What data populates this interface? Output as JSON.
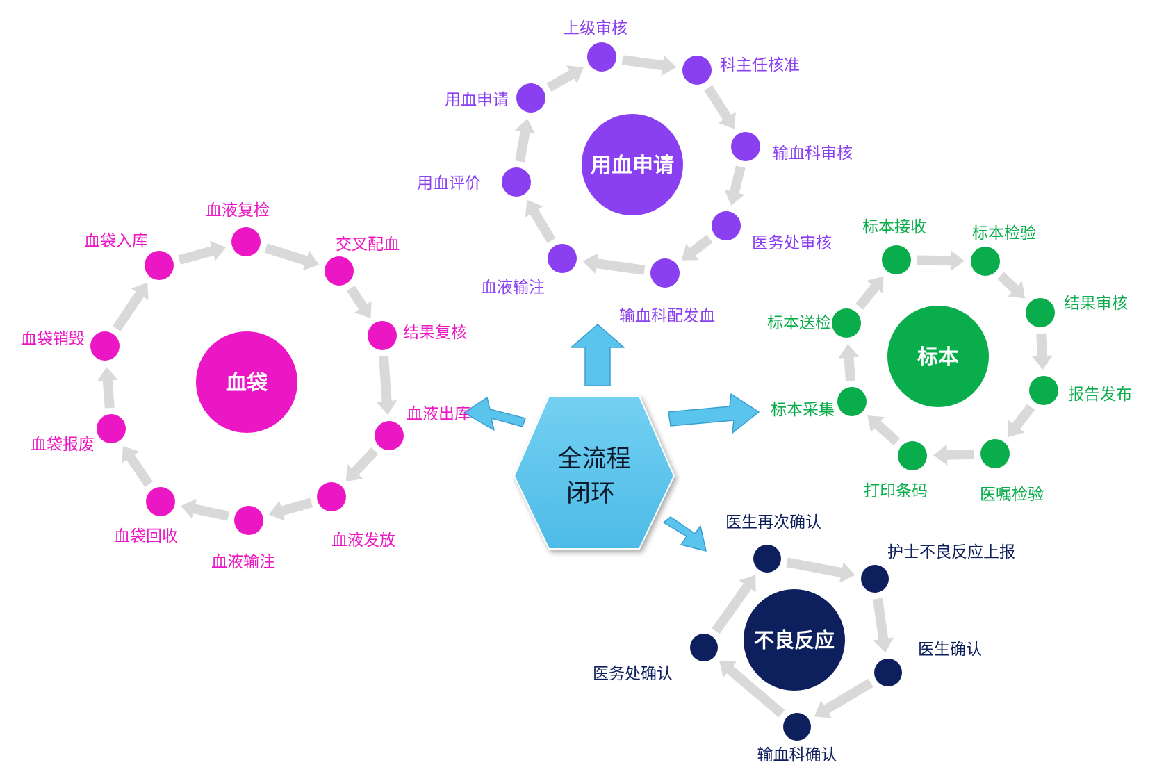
{
  "center": {
    "line1": "全流程",
    "line2": "闭环",
    "fill": "#5bc4ec"
  },
  "cycles": [
    {
      "id": "blood-application",
      "title": "用血申请",
      "color": "#8a3ff0",
      "steps": [
        "上级审核",
        "科主任核准",
        "输血科审核",
        "医务处审核",
        "输血科配发血",
        "血液输注",
        "用血评价",
        "用血申请"
      ]
    },
    {
      "id": "blood-bag",
      "title": "血袋",
      "color": "#ec17c4",
      "steps": [
        "血液复检",
        "交叉配血",
        "结果复核",
        "血液出库",
        "血液发放",
        "血液输注",
        "血袋回收",
        "血袋报废",
        "血袋销毁",
        "血袋入库"
      ]
    },
    {
      "id": "specimen",
      "title": "标本",
      "color": "#0aad4b",
      "steps": [
        "标本接收",
        "标本检验",
        "结果审核",
        "报告发布",
        "医嘱检验",
        "打印条码",
        "标本采集",
        "标本送检"
      ]
    },
    {
      "id": "adverse-reaction",
      "title": "不良反应",
      "color": "#0d1f5c",
      "steps": [
        "医生再次确认",
        "护士不良反应上报",
        "医生确认",
        "输血科确认",
        "医务处确认"
      ]
    }
  ],
  "colors": {
    "arrow_gray": "#d9d9d9",
    "connector_blue": "#5bc4ec",
    "connector_stroke": "#3a9fd0"
  }
}
